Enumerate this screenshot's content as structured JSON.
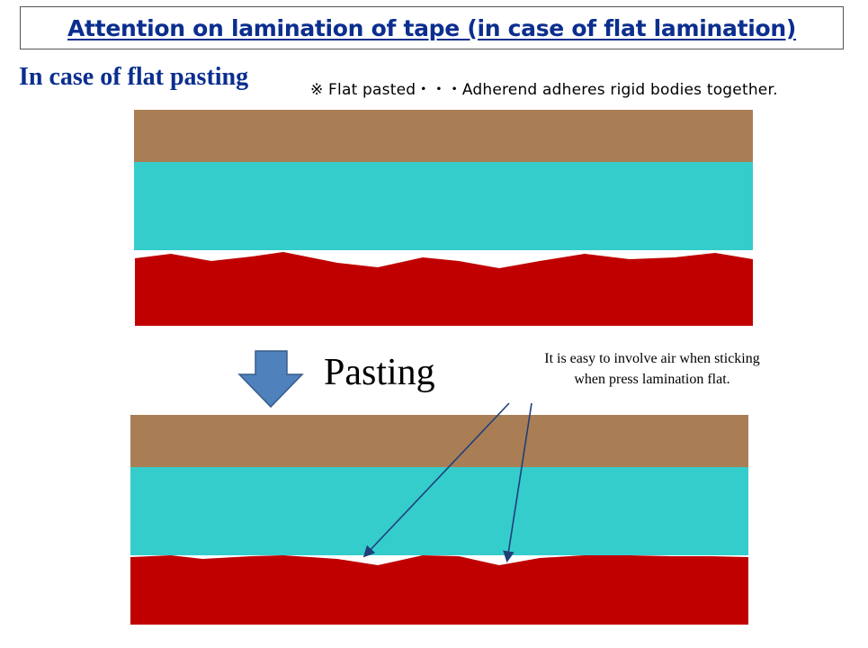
{
  "header": {
    "title": "Attention on lamination of tape (in case of flat lamination)"
  },
  "section_heading": "In case of flat pasting",
  "note": "※ Flat pasted・・・Adherend adheres rigid bodies together.",
  "pasting_label": "Pasting",
  "callout": {
    "line1": "It is easy to involve  air when sticking",
    "line2": "when press lamination  flat."
  },
  "colors": {
    "title_text": "#0b2e8f",
    "substrate": "#a97e55",
    "tape": "#35cccc",
    "adherend": "#c00000",
    "arrow_fill": "#4f81bd",
    "arrow_stroke": "#385d8a",
    "leader_line": "#1f3f7a"
  },
  "icons": {
    "down_arrow": "down-arrow-icon"
  }
}
